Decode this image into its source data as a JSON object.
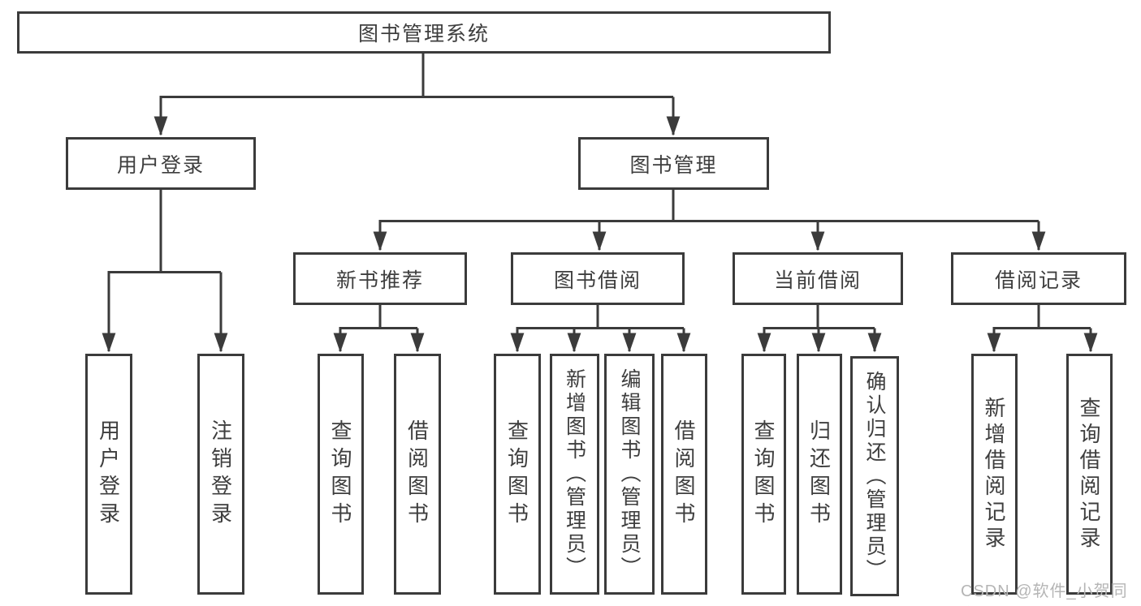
{
  "diagram": {
    "type": "hierarchy-tree",
    "root": {
      "label": "图书管理系统"
    },
    "level2": [
      {
        "label": "用户登录"
      },
      {
        "label": "图书管理"
      }
    ],
    "level3": [
      {
        "label": "新书推荐",
        "parent": "图书管理"
      },
      {
        "label": "图书借阅",
        "parent": "图书管理"
      },
      {
        "label": "当前借阅",
        "parent": "图书管理"
      },
      {
        "label": "借阅记录",
        "parent": "图书管理"
      }
    ],
    "leaves": [
      {
        "label": "用户登录",
        "parent": "用户登录"
      },
      {
        "label": "注销登录",
        "parent": "用户登录"
      },
      {
        "label": "查询图书",
        "parent": "新书推荐"
      },
      {
        "label": "借阅图书",
        "parent": "新书推荐"
      },
      {
        "label": "查询图书",
        "parent": "图书借阅"
      },
      {
        "label": "新增图书（管理员）",
        "parent": "图书借阅"
      },
      {
        "label": "编辑图书（管理员）",
        "parent": "图书借阅"
      },
      {
        "label": "借阅图书",
        "parent": "图书借阅"
      },
      {
        "label": "查询图书",
        "parent": "当前借阅"
      },
      {
        "label": "归还图书",
        "parent": "当前借阅"
      },
      {
        "label": "确认归还（管理员）",
        "parent": "当前借阅"
      },
      {
        "label": "新增借阅记录",
        "parent": "借阅记录"
      },
      {
        "label": "查询借阅记录",
        "parent": "借阅记录"
      }
    ],
    "line_color": "#3b3b3b",
    "text_color": "#3e3e3e",
    "background_color": "#ffffff"
  },
  "watermark": {
    "text": "CSDN @软件_小贺同学",
    "color": "#b5b5b5"
  }
}
